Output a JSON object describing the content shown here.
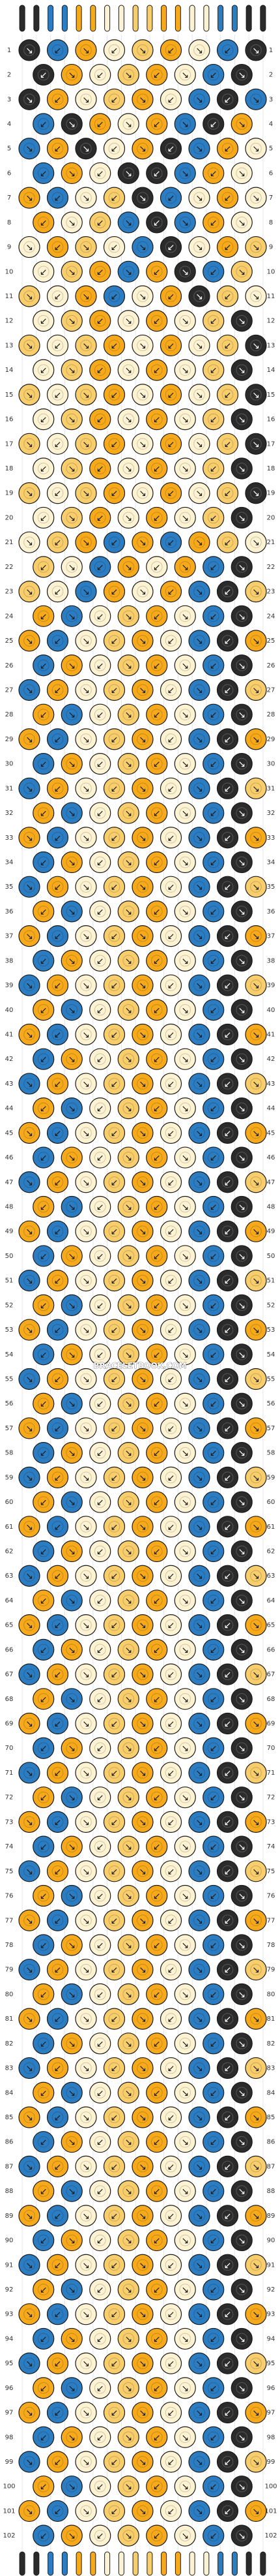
{
  "watermark": "BRACELETBOOK.COM",
  "colors": {
    "A": "#2b2b2b",
    "B": "#fdf3d2",
    "C": "#2b7cc1",
    "D": "#f6a91b",
    "E": "#f8cd6b"
  },
  "strings_top": [
    "A",
    "A",
    "C",
    "C",
    "D",
    "D",
    "B",
    "B",
    "E",
    "E",
    "D",
    "D",
    "B",
    "B",
    "C",
    "C",
    "A",
    "A"
  ],
  "row_numbers": [
    "1",
    "2",
    "3",
    "4",
    "5",
    "6",
    "7",
    "8",
    "9",
    "10",
    "11",
    "12",
    "13",
    "14",
    "15",
    "16",
    "17",
    "18",
    "19",
    "20",
    "21",
    "22",
    "23",
    "24",
    "25",
    "26",
    "27",
    "28",
    "29",
    "30",
    "31",
    "32",
    "33",
    "34",
    "35",
    "36",
    "37",
    "38",
    "39",
    "40",
    "41",
    "42",
    "43",
    "44",
    "45",
    "46",
    "47",
    "48",
    "49",
    "50",
    "51",
    "52",
    "53",
    "54",
    "55",
    "56",
    "57",
    "58",
    "59",
    "60",
    "61",
    "62",
    "63",
    "64",
    "65",
    "66",
    "67",
    "68",
    "69",
    "70",
    "71",
    "72",
    "73",
    "74",
    "75",
    "76",
    "77",
    "78",
    "79",
    "80",
    "81",
    "82",
    "83",
    "84",
    "85",
    "86",
    "87",
    "88",
    "89",
    "90",
    "91",
    "92",
    "93",
    "94",
    "95",
    "96",
    "97",
    "98",
    "99",
    "100",
    "101",
    "102"
  ],
  "rows": [
    "ACDBEDBCA",
    "ADBEDBCA",
    "ADBEDBCAC",
    "CADBDCAD",
    "CDABDACDB",
    "CDBAACDB",
    "DCBEACBDB",
    "DBECACDB",
    "BDEBCABDE",
    "BEDCDACE",
    "EBDCBDAEB",
    "BEDBDBEA",
    "EBEDBDBEA",
    "BEDBDBEA",
    "EBEDBDBEA",
    "BEDBDBEA",
    "EBEDBDBEA",
    "BEDBDBEA",
    "EBEDBDBEA",
    "BEDBDBEA",
    "BEDCDCDEB",
    "EBCDBDCA",
    "EBCDBDCAE",
    "DCBEDBCA",
    "DCBEDBCAD",
    "CDBEDBCA",
    "CDBEDBCAE",
    "DCBEDBCA",
    "DCBEDBCAD",
    "CDBEDBCA",
    "CDBEDBCAE",
    "DCBEDBCA",
    "DCBEDBCAD",
    "CDBEDBCA",
    "CDBEDBCAE",
    "DCBEDBCA",
    "DCBEDBCAD",
    "CDBEDBCA",
    "CDBEDBCAE",
    "DCBEDBCA",
    "DCBEDBCAD",
    "CDBEDBCA",
    "CDBEDBCAE",
    "DCBEDBCA",
    "DCBEDBCAD",
    "CDBEDBCA",
    "CDBEDBCAE",
    "DCBEDBCA",
    "DCBEDBCAD",
    "CDBEDBCA",
    "CDBEDBCAE",
    "DCBEDBCA",
    "DCBEDBCAD",
    "CDBEDBCA",
    "CDBEDBCAE",
    "DCBEDBCA",
    "DCBEDBCAD",
    "CDBEDBCA",
    "CDBEDBCAE",
    "DCBEDBCA",
    "DCBEDBCAD",
    "CDBEDBCA",
    "CDBEDBCAE",
    "DCBEDBCA",
    "DCBEDBCAD",
    "CDBEDBCA",
    "CDBEDBCAE",
    "DCBEDBCA",
    "DCBEDBCAD",
    "CDBEDBCA",
    "CDBEDBCAE",
    "DCBEDBCA",
    "DCBEDBCAD",
    "CDBEDBCA",
    "CDBEDBCAE",
    "DCBEDBCA",
    "DCBEDBCAD",
    "CDBEDBCA",
    "CDBEDBCAE",
    "DCBEDBCA",
    "DCBEDBCAD",
    "CDBEDBCA",
    "CDBEDBCAE",
    "DCBEDBCA",
    "DCBEDBCAD",
    "CDBEDBCA",
    "CDBEDBCAE",
    "DCBEDBCA",
    "DCBEDBCAD",
    "CDBEDBCA",
    "CDBEDBCAE",
    "DCBEDBCA",
    "DCBEDBCAD",
    "CDBEDBCA",
    "CDBEDBCAE",
    "DCBEDBCA",
    "DCBEDBCAD",
    "CDBEDBCA",
    "CDBEDBCAE",
    "DCBEDBCA",
    "DCBEDBCAD",
    "CDBEDBCA"
  ]
}
